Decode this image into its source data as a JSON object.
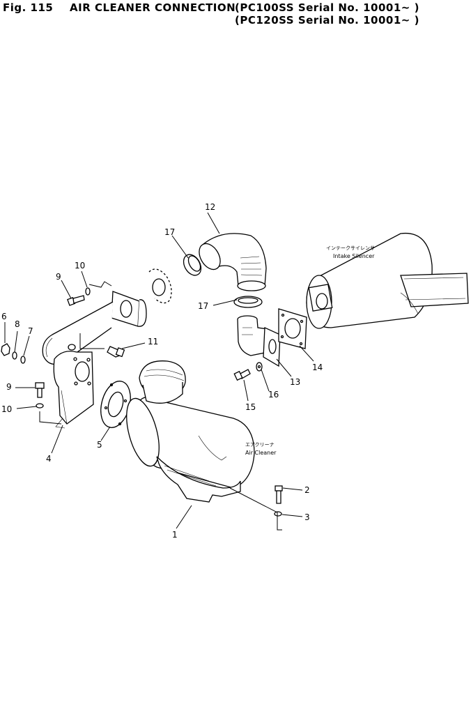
{
  "header": {
    "fig_label": "Fig. 115",
    "title": "AIR CLEANER CONNECTION",
    "serial_1": "(PC100SS Serial No. 10001~ )",
    "serial_2": "(PC120SS Serial No. 10001~ )"
  },
  "labels": {
    "intake_silencer_jp": "インテークサイレンサ",
    "intake_silencer_en": "Intake Silencer",
    "air_cleaner_jp": "エアクリーナ",
    "air_cleaner_en": "Air Cleaner"
  },
  "callouts": [
    {
      "id": "c1",
      "text": "1"
    },
    {
      "id": "c2",
      "text": "2"
    },
    {
      "id": "c3",
      "text": "3"
    },
    {
      "id": "c4",
      "text": "4"
    },
    {
      "id": "c5",
      "text": "5"
    },
    {
      "id": "c6",
      "text": "6"
    },
    {
      "id": "c7",
      "text": "7"
    },
    {
      "id": "c8",
      "text": "8"
    },
    {
      "id": "c9a",
      "text": "9"
    },
    {
      "id": "c9b",
      "text": "9"
    },
    {
      "id": "c10a",
      "text": "10"
    },
    {
      "id": "c10b",
      "text": "10"
    },
    {
      "id": "c11",
      "text": "11"
    },
    {
      "id": "c12",
      "text": "12"
    },
    {
      "id": "c13",
      "text": "13"
    },
    {
      "id": "c14",
      "text": "14"
    },
    {
      "id": "c15",
      "text": "15"
    },
    {
      "id": "c16",
      "text": "16"
    },
    {
      "id": "c17a",
      "text": "17"
    },
    {
      "id": "c17b",
      "text": "17"
    }
  ]
}
